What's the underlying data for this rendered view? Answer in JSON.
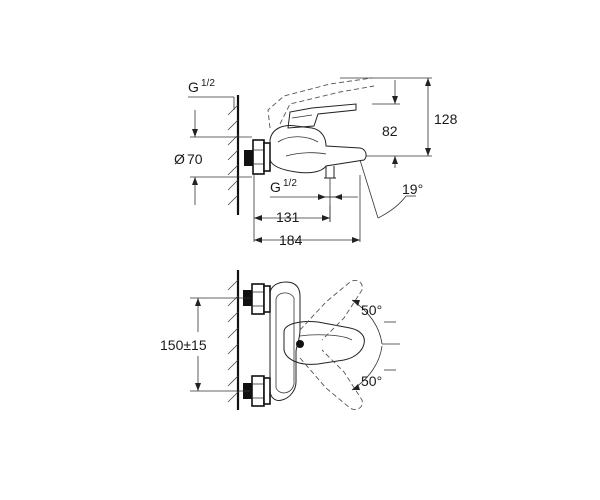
{
  "side_view": {
    "thread_top": "G",
    "thread_top_fraction": "1/2",
    "diameter_symbol": "Ø",
    "diameter_value": "70",
    "thread_bottom": "G",
    "thread_bottom_fraction": "1/2",
    "dim_128": "128",
    "dim_82": "82",
    "dim_131": "131",
    "dim_184": "184",
    "angle_spout": "19°"
  },
  "front_view": {
    "dim_center": "150±15",
    "angle_up": "50°",
    "angle_down": "50°"
  }
}
